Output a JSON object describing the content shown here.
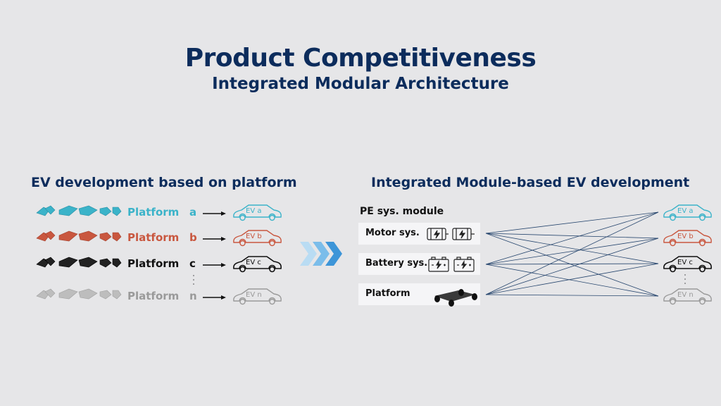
{
  "title": "Product Competitiveness",
  "subtitle": "Integrated Modular Architecture",
  "left": {
    "heading": "EV development based on platform",
    "rows": [
      {
        "label": "Platform",
        "letter": "a",
        "ev": "EV a",
        "color": "#3bb3c9"
      },
      {
        "label": "Platform",
        "letter": "b",
        "ev": "EV b",
        "color": "#c9573f"
      },
      {
        "label": "Platform",
        "letter": "c",
        "ev": "EV c",
        "color": "#111111"
      },
      {
        "label": "Platform",
        "letter": "n",
        "ev": "EV n",
        "color": "#9a9a9a"
      }
    ]
  },
  "right": {
    "heading": "Integrated Module-based EV development",
    "pe_label": "PE sys. module",
    "modules": [
      {
        "label": "Motor sys."
      },
      {
        "label": "Battery sys."
      },
      {
        "label": "Platform"
      }
    ],
    "evs": [
      {
        "label": "EV a",
        "color": "#3bb3c9"
      },
      {
        "label": "EV b",
        "color": "#c9573f"
      },
      {
        "label": "EV c",
        "color": "#111111"
      },
      {
        "label": "EV n",
        "color": "#9a9a9a"
      }
    ]
  },
  "colors": {
    "navy": "#0c2c5c",
    "chevron": "#4aa3e0",
    "connector": "#27466e"
  },
  "icons": [
    "car-outline-icon",
    "motor-icon",
    "battery-icon",
    "chassis-icon",
    "chevron-arrows-icon",
    "platform-parts-icon"
  ]
}
